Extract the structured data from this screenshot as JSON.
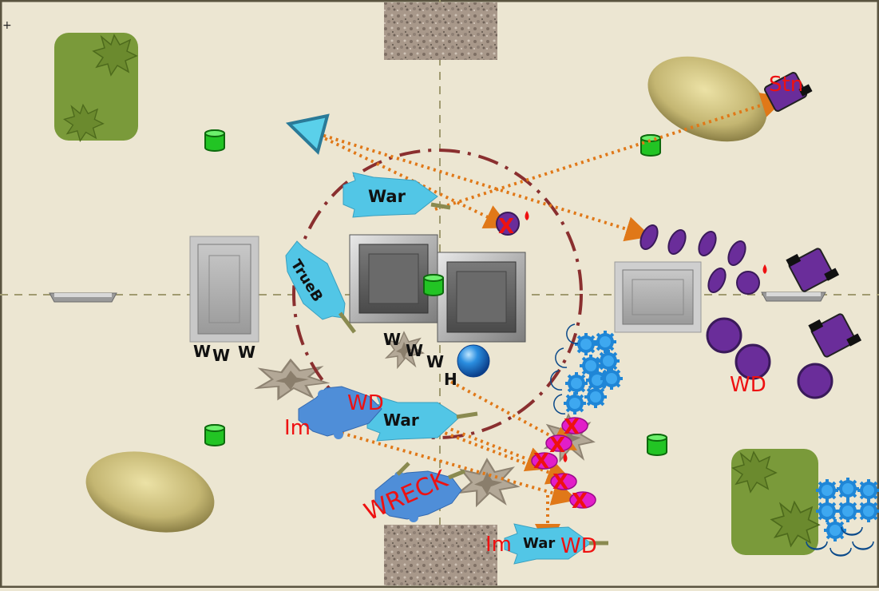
{
  "board": {
    "background": "#ece6d2",
    "border": "#5a5440",
    "corner_mark": "+"
  },
  "colors": {
    "friendly_vehicle": "#52c6e6",
    "friendly_infantry": "#4f8ed8",
    "enemy_purple": "#6a2d9a",
    "enemy_blue": "#1f86d6",
    "forest": "#7a9a3a",
    "objective": "#22c424",
    "arrow": "#e07818",
    "status_red": "#ee1111",
    "ruin": "#b5aa98",
    "zone": "#8a2f2f"
  },
  "unit_labels": {
    "war_top": "War",
    "war_mid": "War",
    "war_bot": "War",
    "trueb": "TrueB",
    "wreck": "WRECK",
    "im_left": "Im",
    "im_bottom": "Im",
    "wd_left": "WD",
    "wd_bottom": "WD",
    "wd_right": "WD",
    "stn": "Stn",
    "h": "H",
    "w1": "W",
    "w2": "W",
    "w3": "W",
    "w4": "W",
    "w5": "W",
    "w6": "W"
  },
  "casualty_marker": "X",
  "icons": [
    "objective-marker-icon",
    "drop-marker-icon",
    "triangle-marker-icon",
    "blue-orb-icon"
  ]
}
